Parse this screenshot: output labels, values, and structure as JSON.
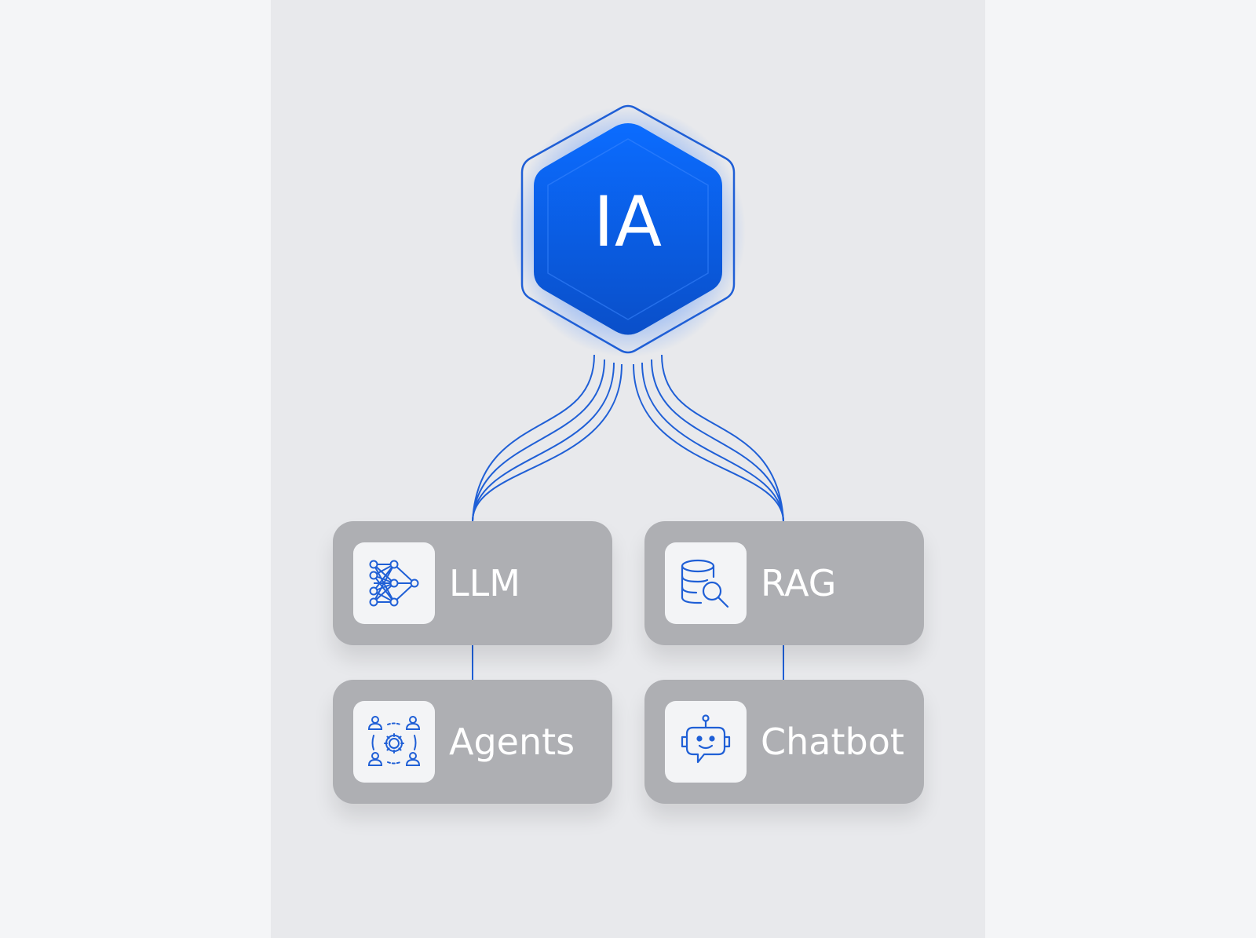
{
  "hub": {
    "label": "IA",
    "color": "#0a5ee8"
  },
  "accent_color": "#1f5fd6",
  "cards": [
    {
      "id": "llm",
      "label": "LLM",
      "icon": "neural-network-icon"
    },
    {
      "id": "rag",
      "label": "RAG",
      "icon": "database-search-icon"
    },
    {
      "id": "agents",
      "label": "Agents",
      "icon": "agents-gear-icon"
    },
    {
      "id": "chatbot",
      "label": "Chatbot",
      "icon": "chatbot-robot-icon"
    }
  ]
}
